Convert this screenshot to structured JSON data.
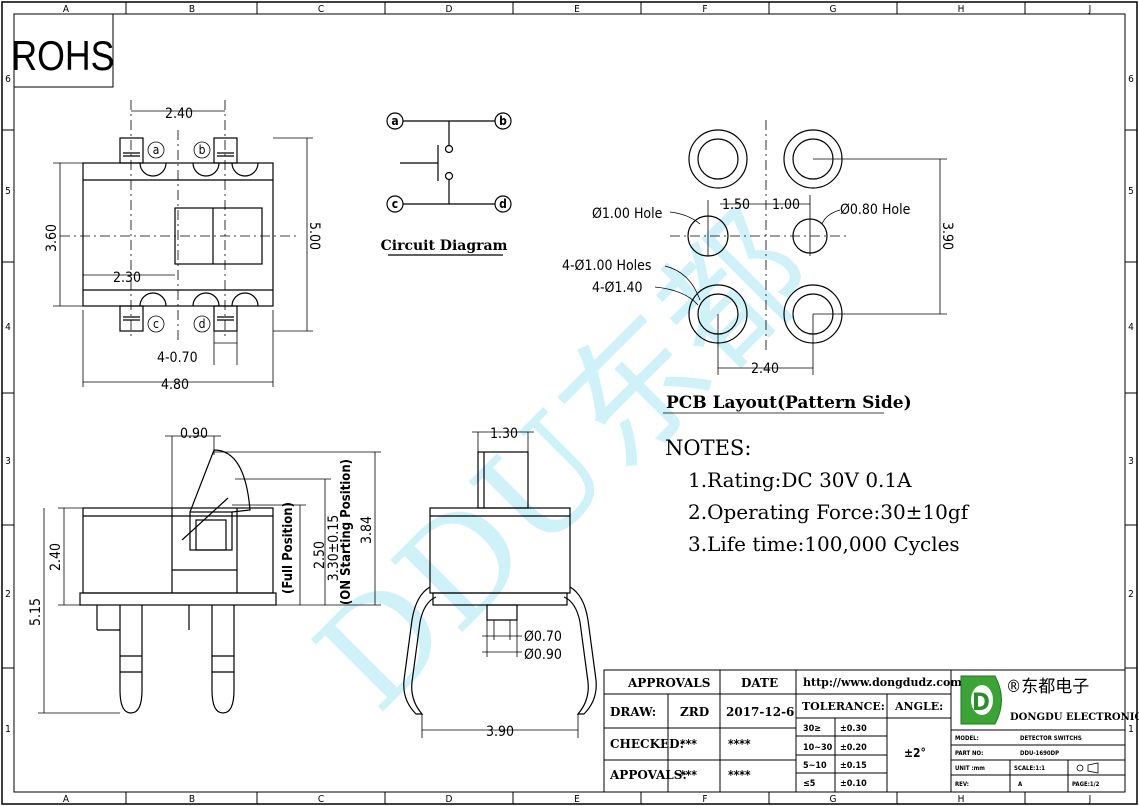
{
  "frame": {
    "columns": [
      "A",
      "B",
      "C",
      "D",
      "E",
      "F",
      "G",
      "H",
      "J"
    ],
    "rows": [
      "6",
      "5",
      "4",
      "3",
      "2",
      "1"
    ]
  },
  "rohs": "ROHS",
  "watermark": "DDU东都",
  "top_view": {
    "dim_top": "2.40",
    "dim_left": "3.60",
    "dim_right": "5.00",
    "dim_inner": "2.30",
    "dim_pin": "4-0.70",
    "dim_bottom": "4.80",
    "pin_a": "a",
    "pin_b": "b",
    "pin_c": "c",
    "pin_d": "d"
  },
  "circuit": {
    "title": "Circuit Diagram",
    "pin_a": "a",
    "pin_b": "b",
    "pin_c": "c",
    "pin_d": "d"
  },
  "pcb": {
    "title": "PCB Layout(Pattern Side)",
    "hole_left": "Ø1.00 Hole",
    "hole_right": "Ø0.80 Hole",
    "dim_150": "1.50",
    "dim_100": "1.00",
    "holes_4_100": "4-Ø1.00 Holes",
    "holes_4_140": "4-Ø1.40",
    "dim_390": "3.90",
    "dim_240": "2.40"
  },
  "notes": {
    "title": "NOTES:",
    "items": [
      "1.Rating:DC 30V 0.1A",
      "2.Operating Force:30±10gf",
      "3.Life time:100,000 Cycles"
    ]
  },
  "side_view": {
    "dim_090": "0.90",
    "dim_240": "2.40",
    "dim_515": "5.15",
    "dim_250": "2.50",
    "dim_330": "3.30±0.15",
    "dim_384": "3.84",
    "full_position": "(Full Position)",
    "on_position": "(ON Starting Position)"
  },
  "front_view": {
    "dim_130": "1.30",
    "dim_070": "Ø0.70",
    "dim_090": "Ø0.90",
    "dim_390": "3.90"
  },
  "title_block": {
    "approvals": "APPROVALS",
    "date": "DATE",
    "url": "http://www.dongdudz.com",
    "tolerance": "TOLERANCE:",
    "angle": "ANGLE:",
    "draw_label": "DRAW:",
    "draw_name": "ZRD",
    "draw_date": "2017-12-6",
    "checked_label": "CHECKED:",
    "checked_name": "***",
    "checked_date": "****",
    "appovals_label": "APPOVALS:",
    "appovals_name": "***",
    "appovals_date": "****",
    "tol_rows": [
      {
        "range": "30≥",
        "tol": "±0.30"
      },
      {
        "range": "10~30",
        "tol": "±0.20"
      },
      {
        "range": "5~10",
        "tol": "±0.15"
      },
      {
        "range": "≤5",
        "tol": "±0.10"
      }
    ],
    "angle_value": "±2°",
    "company_cn": "®东都电子",
    "company_en": "DONGDU ELECTRONICS",
    "model_label": "MODEL:",
    "model_value": "DETECTOR SWITCHS",
    "part_label": "PART NO:",
    "part_value": "DDU-1690DP",
    "unit_label": "UNIT :mm",
    "scale_label": "SCALE:1:1",
    "rev_label": "REV:",
    "rev_value": "A",
    "page_label": "PAGE:1/2",
    "logo_letter": "D"
  }
}
